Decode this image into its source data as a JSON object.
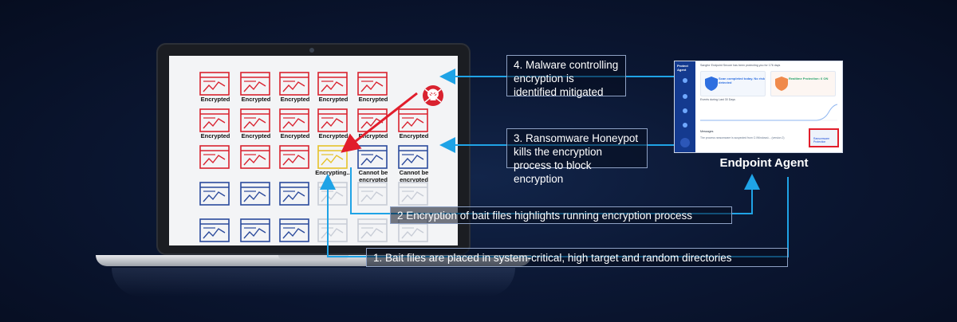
{
  "laptop": {
    "file_rows": [
      {
        "color": "red",
        "labels": [
          "Encrypted",
          "Encrypted",
          "Encrypted",
          "Encrypted",
          "Encrypted",
          ""
        ]
      },
      {
        "color": "red",
        "labels": [
          "Encrypted",
          "Encrypted",
          "Encrypted",
          "Encrypted",
          "Encrypted",
          "Encrypted"
        ]
      },
      {
        "color": "mixed",
        "labels": [
          "",
          "",
          "",
          "Encrypting...",
          "Cannot be encrypted",
          "Cannot be encrypted"
        ]
      },
      {
        "color": "blue",
        "labels": [
          "",
          "",
          "",
          "",
          "",
          ""
        ]
      },
      {
        "color": "blue",
        "labels": [
          "",
          "",
          "",
          "",
          "",
          ""
        ]
      }
    ],
    "colors": {
      "encrypted": "#d9222f",
      "encrypting": "#e6c229",
      "safe": "#2b4a9c",
      "faded": "#c7ccd6"
    }
  },
  "agent": {
    "window_title": "Protect Agent",
    "banner": "Sangfor Endpoint Secure has been protecting you for 176 days",
    "card_scan": "Scan completed today. No risk detected",
    "card_protect": "Realtime Protection: 6 ON",
    "chart_label": "Events during Last 30 Days",
    "alert_title": "Messages",
    "alert_text": "The process ransomware is suspected from C:\\Windows\\... (version 2)",
    "highlight_text": "Ransomware Protection",
    "caption": "Endpoint Agent"
  },
  "callouts": {
    "step4": "4. Malware controlling encryption is identified mitigated",
    "step3": "3. Ransomware Honeypot kills the encryption process to block encryption",
    "step2": "2 Encryption of bait files highlights running encryption process",
    "step1": "1.  Bait files are placed in system-critical, high target and random directories"
  },
  "colors": {
    "accent_arrow": "#1fa3e6",
    "alert_red": "#e11d2b",
    "background": "#0b1733"
  }
}
